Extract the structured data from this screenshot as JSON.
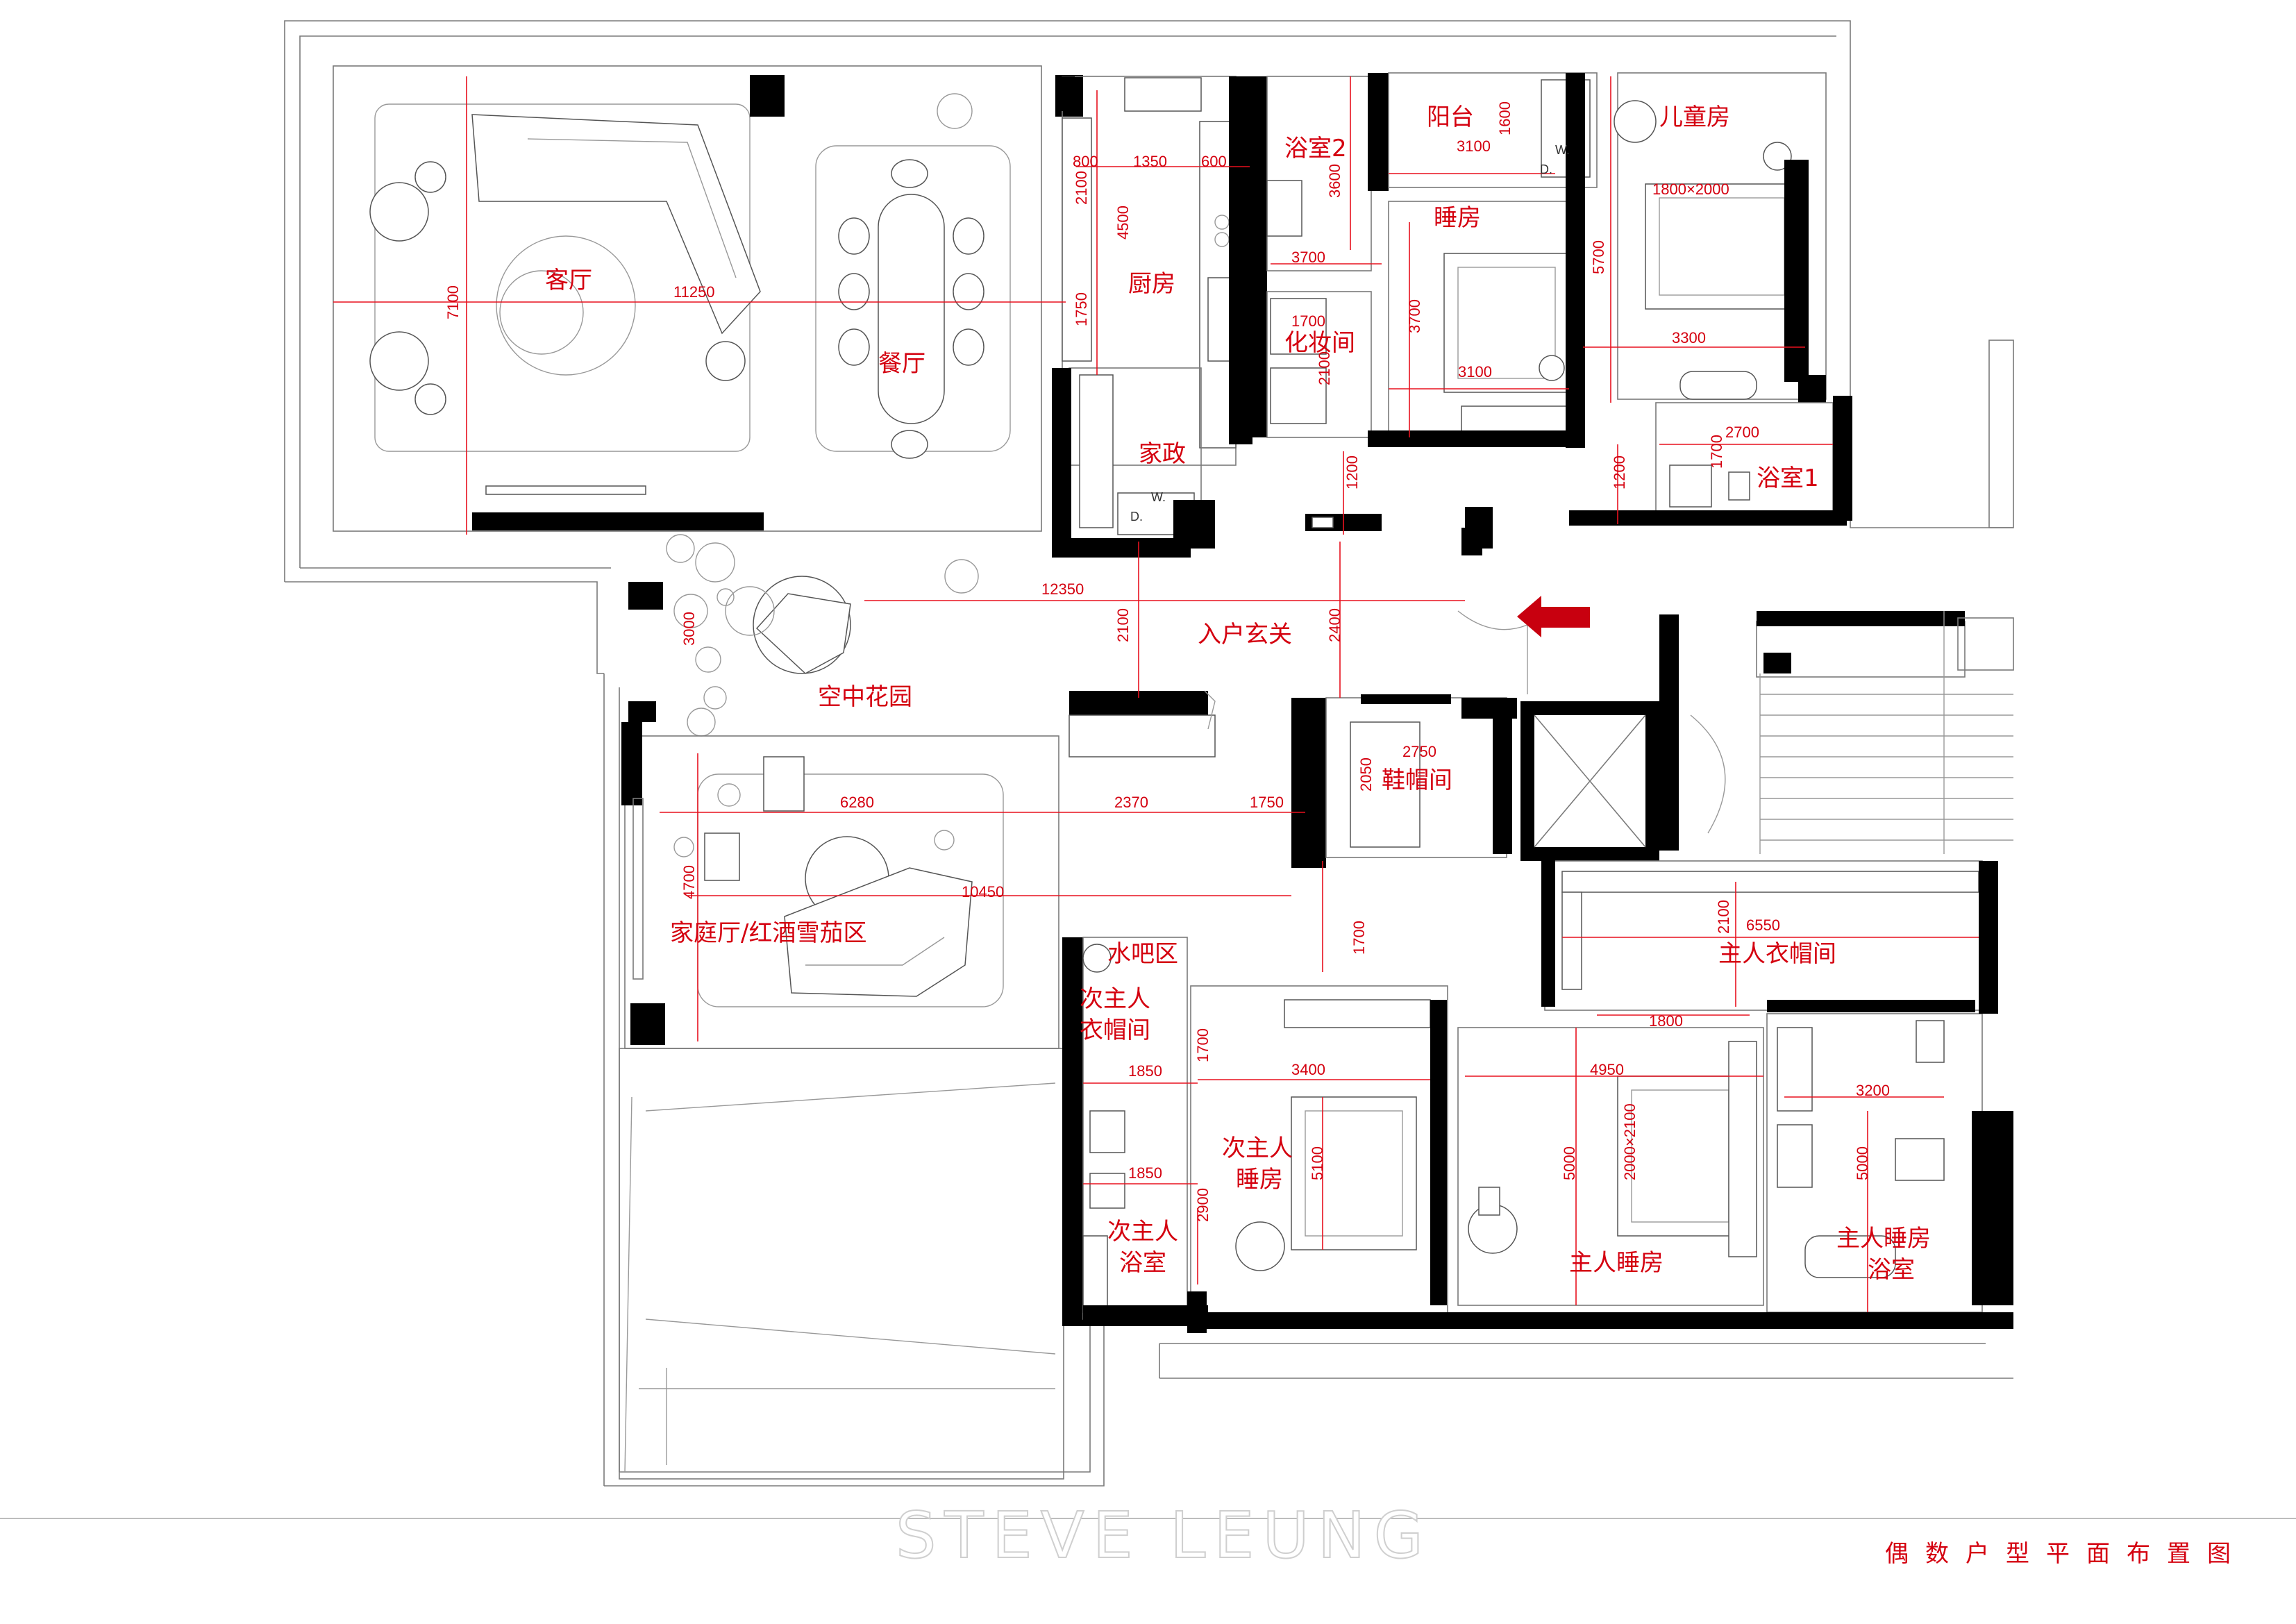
{
  "rooms": {
    "living_room": "客厅",
    "dining_room": "餐厅",
    "kitchen": "厨房",
    "housekeeping": "家政",
    "bathroom_2": "浴室2",
    "vanity": "化妆间",
    "balcony": "阳台",
    "bedroom": "睡房",
    "kids_room": "儿童房",
    "bathroom_1": "浴室1",
    "foyer": "入户玄关",
    "sky_garden": "空中花园",
    "shoe_room": "鞋帽间",
    "family_lounge": "家庭厅/红酒雪茄区",
    "water_bar": "水吧区",
    "second_master_closet_1": "次主人",
    "second_master_closet_2": "衣帽间",
    "second_master_bedroom_1": "次主人",
    "second_master_bedroom_2": "睡房",
    "second_master_bath_1": "次主人",
    "second_master_bath_2": "浴室",
    "master_closet": "主人衣帽间",
    "master_bedroom": "主人睡房",
    "master_bath_1": "主人睡房",
    "master_bath_2": "浴室"
  },
  "dimensions": {
    "living_width": "11250",
    "living_depth": "7100",
    "k_800": "800",
    "k_1350": "1350",
    "k_600": "600",
    "k_2100": "2100",
    "k_4500": "4500",
    "k_1750": "1750",
    "b2_3600": "3600",
    "b2_3700": "3700",
    "v_1700": "1700",
    "v_2100": "2100",
    "bal_3100": "3100",
    "bal_1600": "1600",
    "bed_3700": "3700",
    "bed_3100": "3100",
    "kid_5700": "5700",
    "kid_3300": "3300",
    "ba1_2700": "2700",
    "ba1_1700": "1700",
    "c_1200a": "1200",
    "c_1200b": "1200",
    "foyer_12350": "12350",
    "foyer_2100": "2100",
    "foyer_2400": "2400",
    "garden_3000": "3000",
    "shoe_2750": "2750",
    "shoe_2050": "2050",
    "fam_6280": "6280",
    "fam_2370": "2370",
    "fam_1750": "1750",
    "fam_10450": "10450",
    "fam_4700": "4700",
    "corr_1700": "1700",
    "sm_closet_1850": "1850",
    "sm_closet_1700": "1700",
    "sm_bath_1850": "1850",
    "sm_bath_2900": "2900",
    "sm_bed_3400": "3400",
    "sm_bed_5100": "5100",
    "mc_6550": "6550",
    "mc_2100": "2100",
    "mc_1800": "1800",
    "mb_4950": "4950",
    "mb_5000": "5000",
    "mbath_3200": "3200",
    "mbath_5000": "5000",
    "bed_1800x2000": "1800×2000",
    "bed_2000x2100": "2000×2100"
  },
  "appliance_marks": {
    "washer": "W.",
    "dryer": "D.",
    "washer2": "W.",
    "dryer2": "D."
  },
  "watermark": "STEVE LEUNG",
  "caption": "偶数户型平面布置图",
  "colors": {
    "annotation": "#d4000f",
    "wall": "#000000",
    "line": "#7a7a7a"
  }
}
